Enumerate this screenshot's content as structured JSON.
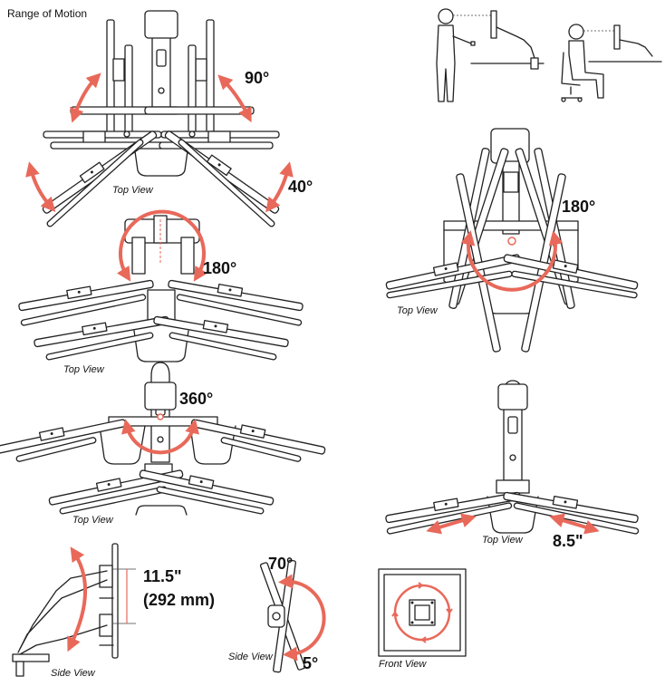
{
  "title": "Range of Motion",
  "colors": {
    "accent": "#E8695A",
    "line": "#222222"
  },
  "captions": {
    "top_view": "Top View",
    "side_view": "Side View",
    "front_view": "Front View"
  },
  "angles": {
    "tilt_swing": "90°",
    "pan": "40°",
    "rotate_a": "180°",
    "rotate_b": "180°",
    "rotation_360": "360°",
    "tilt_up": "70°",
    "tilt_down": "5°"
  },
  "height_adjust": {
    "inches": "11.5\"",
    "mm": "(292 mm)"
  },
  "lateral_adjust": "8.5\""
}
